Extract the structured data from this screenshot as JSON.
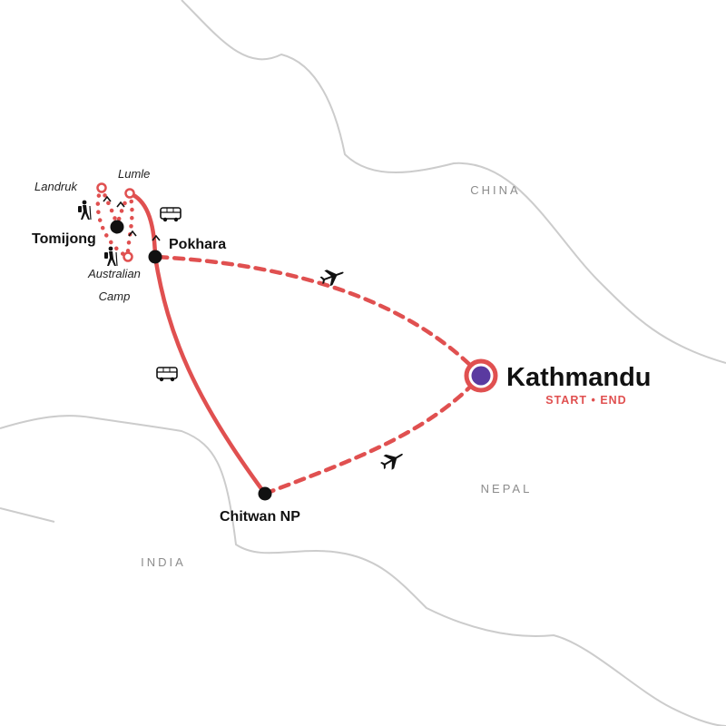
{
  "map": {
    "countries": {
      "china": "CHINA",
      "nepal": "NEPAL",
      "india": "INDIA"
    },
    "places": {
      "kathmandu": "Kathmandu",
      "start_end": "START • END",
      "pokhara": "Pokhara",
      "tomijong": "Tomijong",
      "chitwan": "Chitwan NP",
      "landruk": "Landruk",
      "lumle": "Lumle",
      "australian_camp_line1": "Australian",
      "australian_camp_line2": "Camp"
    },
    "colors": {
      "route": "#e05050",
      "border": "#cccccc",
      "stop": "#111111",
      "start_fill": "#5a3aa0"
    },
    "icons": {
      "transport": [
        "bus-icon",
        "plane-icon"
      ],
      "trek": [
        "hiker-icon"
      ],
      "overnight": [
        "tent-icon"
      ]
    }
  }
}
